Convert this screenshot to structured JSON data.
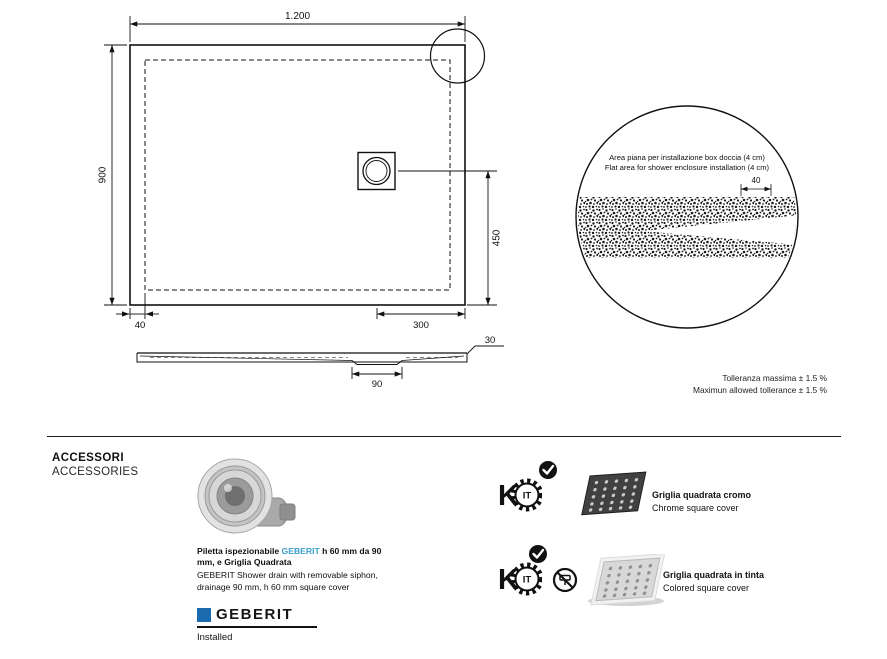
{
  "drawing": {
    "dims": {
      "width": "1.200",
      "height": "900",
      "drain_from_bottom": "450",
      "drain_from_right": "300",
      "edge_flat": "40",
      "drain_width": "90",
      "thickness": "30"
    },
    "detail": {
      "label_it": "Area piana per installazione box doccia (4 cm)",
      "label_en": "Flat area for shower enclosure installation (4 cm)",
      "flat_width": "40"
    },
    "tolerance_it": "Tolleranza massima ± 1.5 %",
    "tolerance_en": "Maximun allowed tollerance ± 1.5 %"
  },
  "accessories": {
    "title_it": "ACCESSORI",
    "title_en": "ACCESSORIES",
    "drain": {
      "desc_it_pre": "Piletta ispezionabile ",
      "desc_it_brand": "GEBERIT",
      "desc_it_post": " h 60 mm da 90 mm,  e Griglia Quadrata",
      "desc_en": "GEBERIT Shower drain with removable siphon, drainage 90 mm, h 60 mm square cover",
      "brand_logo": "GEBERIT",
      "installed_label": "Installed"
    },
    "kit": {
      "k": "K",
      "it": "IT"
    },
    "items": [
      {
        "name_it": "Griglia quadrata cromo",
        "name_en": "Chrome square cover"
      },
      {
        "name_it": "Griglia quadrata in tinta",
        "name_en": "Colored square cover"
      }
    ]
  },
  "colors": {
    "geberit_link_blue": "#3a9fd1",
    "geberit_logo_blue": "#1a6ab0"
  }
}
